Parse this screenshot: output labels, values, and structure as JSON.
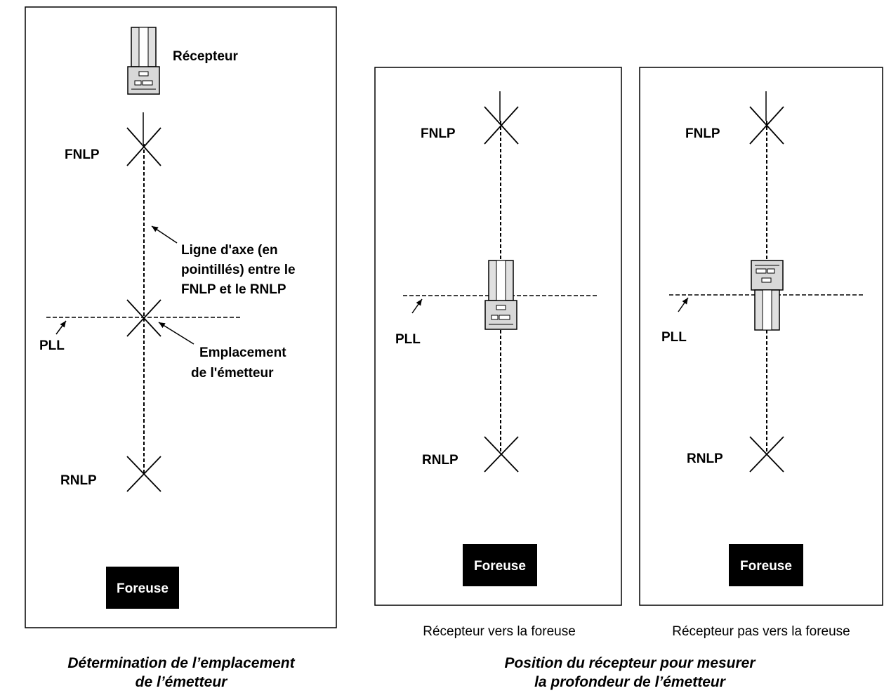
{
  "panel_left": {
    "receiver_label": "Récepteur",
    "fnlp": "FNLP",
    "rnlp": "RNLP",
    "pll": "PLL",
    "axis_note": [
      "Ligne d'axe (en",
      "pointillés) entre le",
      "FNLP et le RNLP"
    ],
    "transmitter_note": [
      "Emplacement",
      "de l'émetteur"
    ],
    "drill": "Foreuse"
  },
  "panel_middle": {
    "fnlp": "FNLP",
    "rnlp": "RNLP",
    "pll": "PLL",
    "drill": "Foreuse",
    "caption": "Récepteur vers la foreuse"
  },
  "panel_right": {
    "fnlp": "FNLP",
    "rnlp": "RNLP",
    "pll": "PLL",
    "drill": "Foreuse",
    "caption": "Récepteur pas vers la foreuse"
  },
  "titles": {
    "left": [
      "Détermination de l’emplacement",
      "de l’émetteur"
    ],
    "right": [
      "Position du récepteur pour mesurer",
      "la profondeur de l’émetteur"
    ]
  }
}
